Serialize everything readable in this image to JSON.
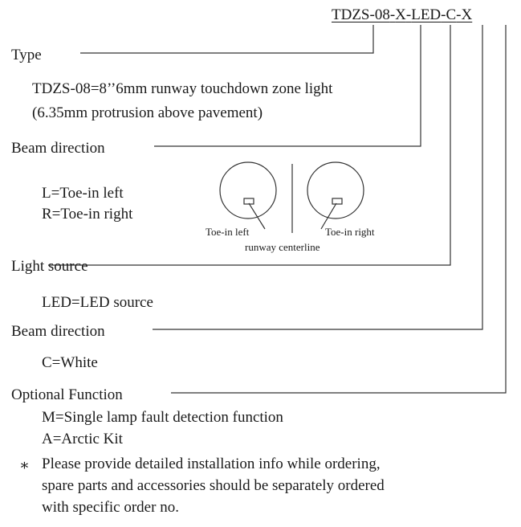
{
  "model_code": {
    "base": "TDZS-08",
    "sep1": "-",
    "beam": "X",
    "sep2": "-",
    "source": "LED",
    "sep3": "-",
    "color": "C",
    "sep4": "-",
    "option": "X"
  },
  "sections": {
    "type": {
      "heading": "Type",
      "desc1": "TDZS-08=8’’6mm runway touchdown zone light",
      "desc2": "(6.35mm protrusion above pavement)"
    },
    "beam_direction": {
      "heading": "Beam direction",
      "left": "L=Toe-in left",
      "right": "R=Toe-in right",
      "diagram_left_label": "Toe-in left",
      "diagram_right_label": "Toe-in right",
      "diagram_center_label": "runway centerline"
    },
    "light_source": {
      "heading": "Light source",
      "desc": "LED=LED source"
    },
    "color": {
      "heading": "Beam direction",
      "desc": "C=White"
    },
    "optional": {
      "heading": "Optional Function",
      "m": "M=Single lamp fault detection function",
      "a": "A=Arctic Kit"
    }
  },
  "note": {
    "bullet": "∗",
    "line1": "Please provide detailed installation info while ordering,",
    "line2": "spare parts and accessories should be separately ordered",
    "line3": "with specific order no."
  }
}
